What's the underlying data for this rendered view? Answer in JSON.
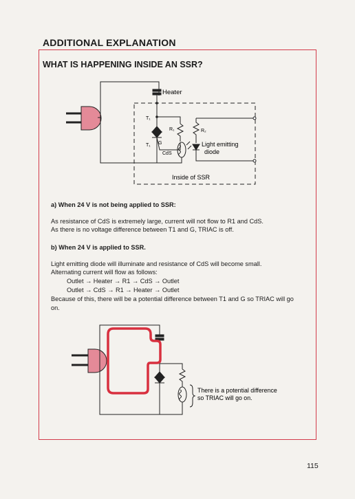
{
  "section_title": "ADDITIONAL EXPLANATION",
  "box_title": "WHAT IS HAPPENING INSIDE AN SSR?",
  "diagram1": {
    "heater": "Heater",
    "t1": "T₁",
    "r1": "R₁",
    "r2": "R₂",
    "g": "G",
    "t1b": "T₁",
    "cds": "CdS",
    "led_line1": "Light emitting",
    "led_line2": "diode",
    "inside": "Inside of SSR"
  },
  "part_a": {
    "heading": "a) When 24 V is not being applied to SSR:",
    "line1": "As resistance of CdS is extremely large, current will not flow to R1 and CdS.",
    "line2": "As there is no voltage difference between T1 and G, TRIAC is off."
  },
  "part_b": {
    "heading": "b) When 24 V is applied to SSR.",
    "line1": "Light emitting diode will illuminate and resistance of CdS will become small.",
    "line2": "Alternating current will flow as follows:",
    "flow1": "Outlet → Heater → R1 → CdS → Outlet",
    "flow2": "Outlet → CdS → R1 → Heater → Outlet",
    "line3": "Because of this, there will be a potential difference between T1 and G so TRIAC will go",
    "line4": "on."
  },
  "diagram2": {
    "note_line1": "There is a potential difference",
    "note_line2": "so TRIAC will go on."
  },
  "page_number": "115",
  "colors": {
    "accent": "#d23a4a",
    "plug": "#e48a98"
  }
}
